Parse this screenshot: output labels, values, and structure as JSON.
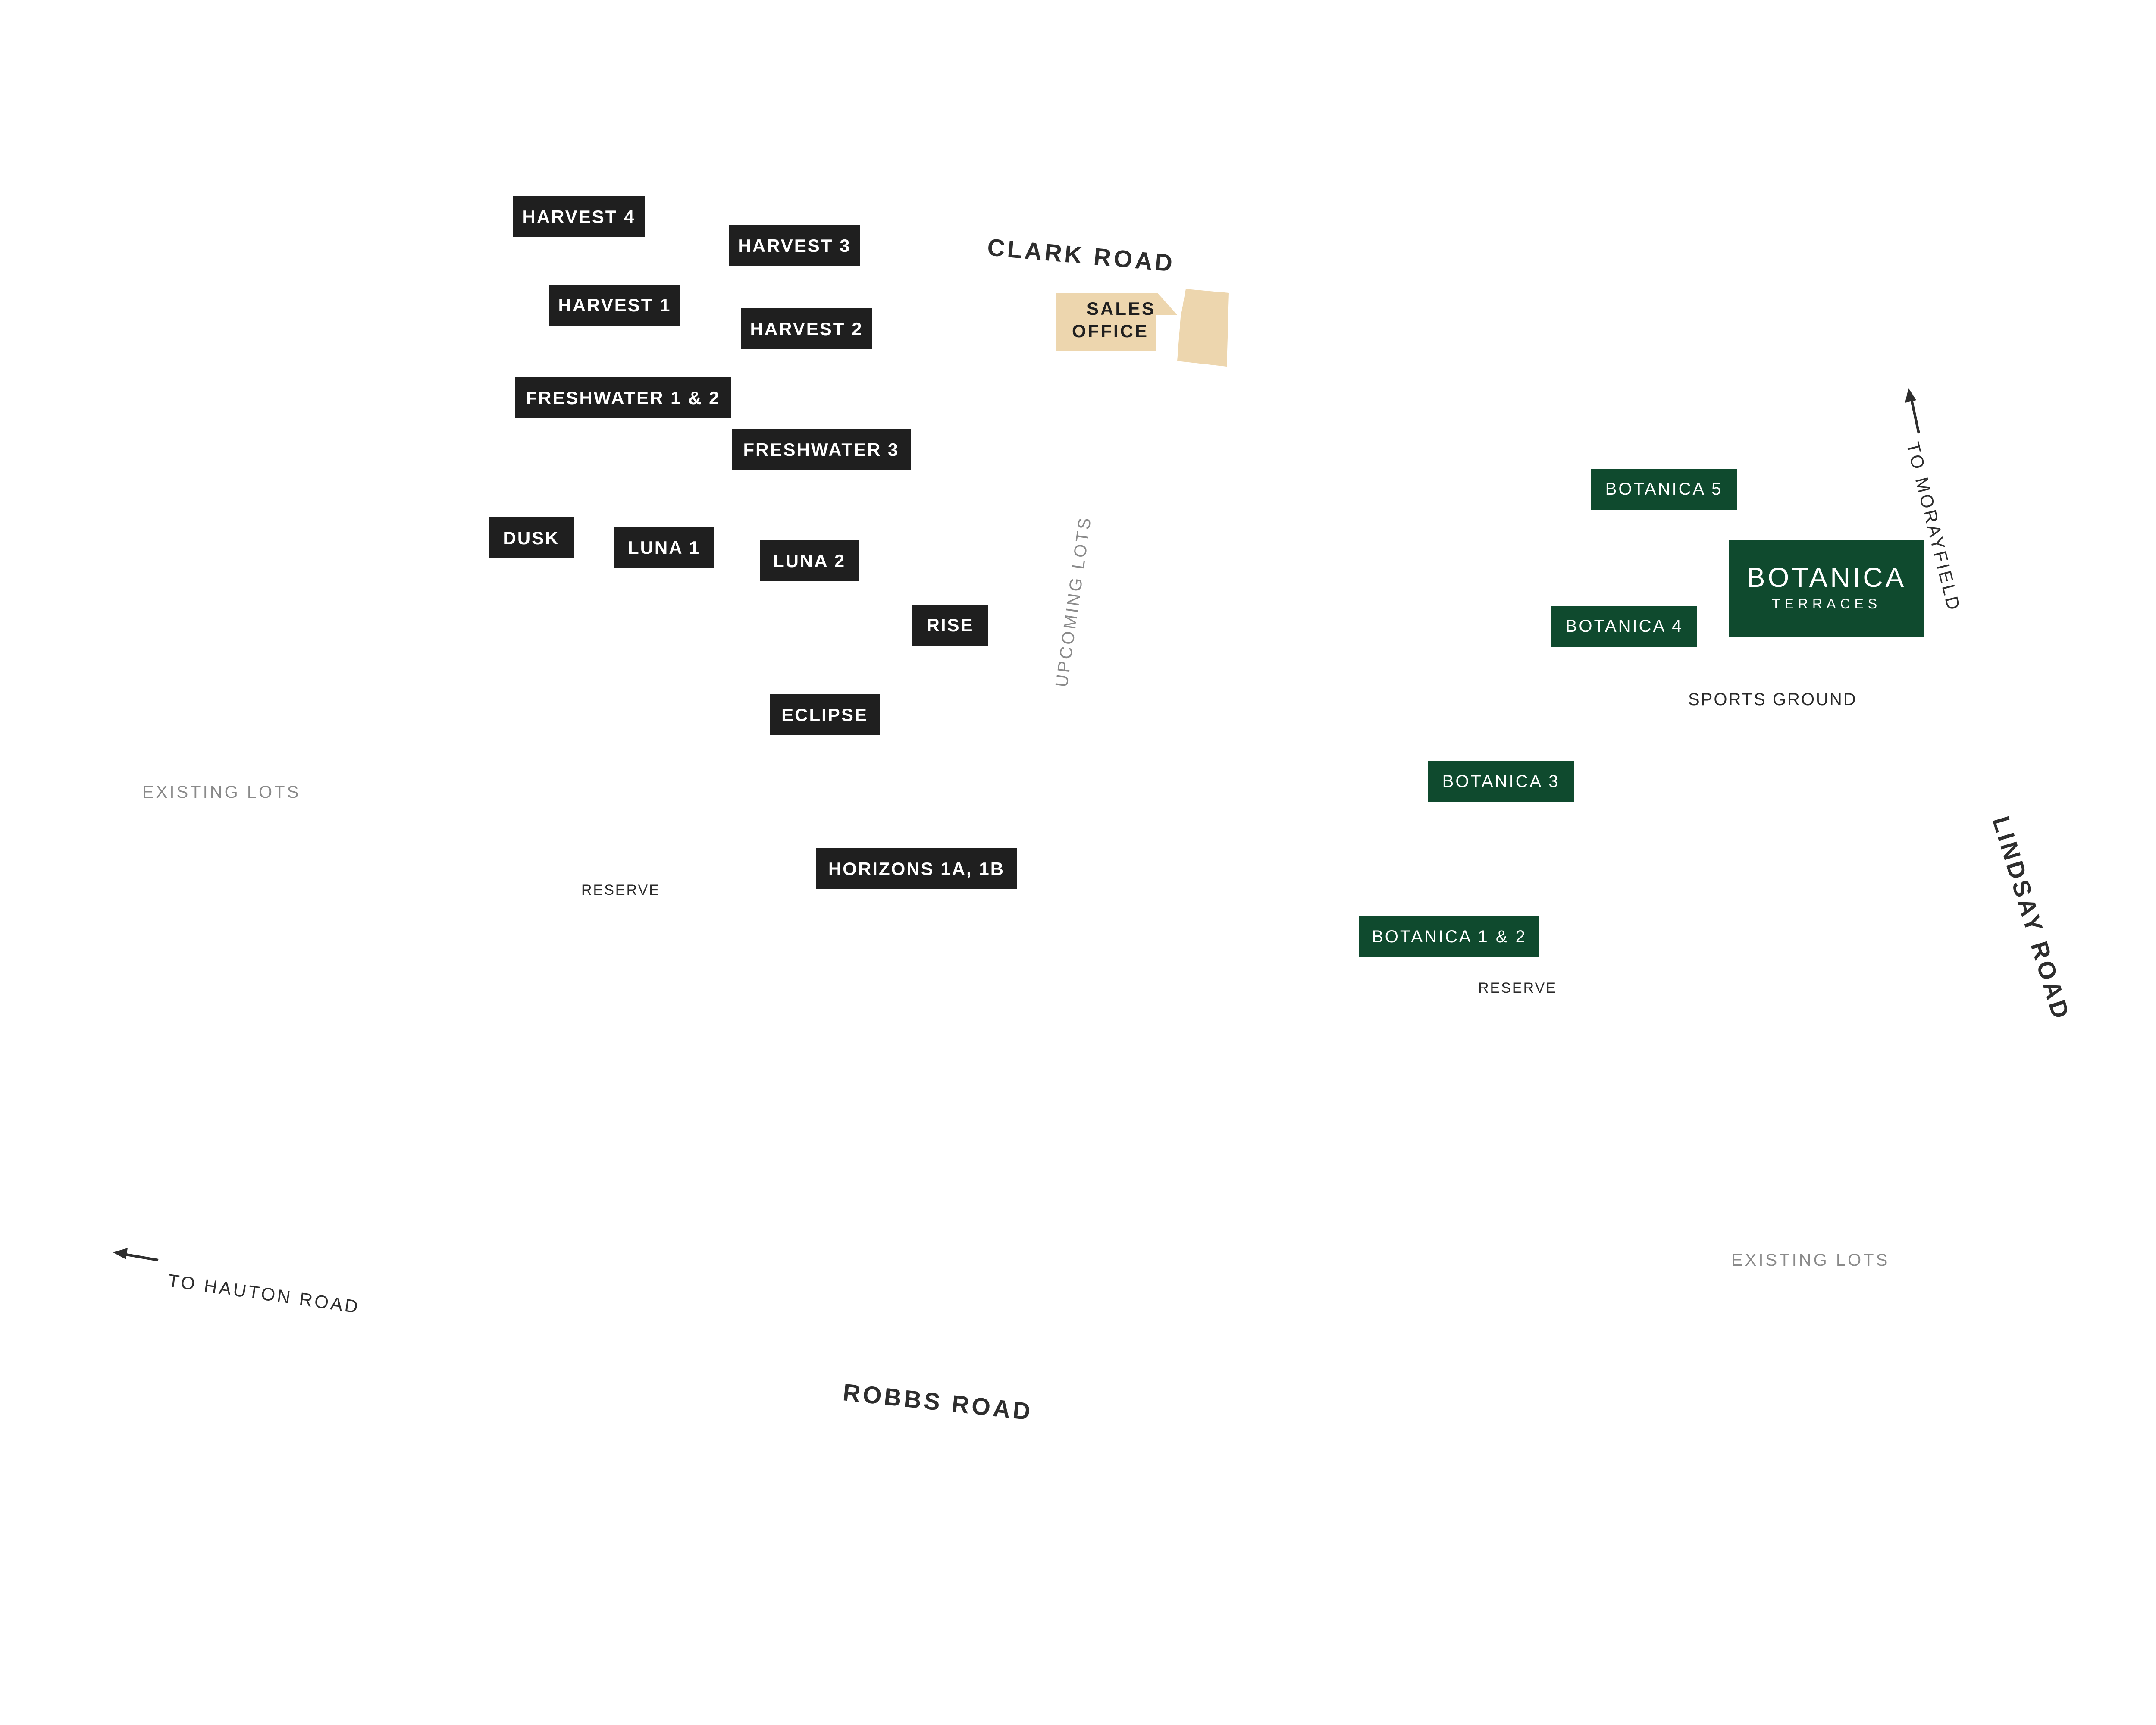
{
  "roads": {
    "clark": "CLARK ROAD",
    "robbs": "ROBBS ROAD",
    "lindsay": "LINDSAY ROAD"
  },
  "directions": {
    "morayfield": "TO MORAYFIELD",
    "hauton": "TO HAUTON ROAD"
  },
  "sales_office": {
    "line1": "SALES",
    "line2": "OFFICE"
  },
  "stages": {
    "harvest4": "HARVEST 4",
    "harvest3": "HARVEST 3",
    "harvest1": "HARVEST 1",
    "harvest2": "HARVEST 2",
    "freshwater12": "FRESHWATER 1 & 2",
    "freshwater3": "FRESHWATER 3",
    "dusk": "DUSK",
    "luna1": "LUNA 1",
    "luna2": "LUNA 2",
    "rise": "RISE",
    "eclipse": "ECLIPSE",
    "horizons": "HORIZONS 1A, 1B"
  },
  "botanica": {
    "b5": "BOTANICA 5",
    "b4": "BOTANICA 4",
    "b3": "BOTANICA 3",
    "b12": "BOTANICA 1 & 2",
    "terraces_title": "BOTANICA",
    "terraces_sub": "TERRACES"
  },
  "areas": {
    "upcoming": "UPCOMING  LOTS",
    "existing_left": "EXISTING LOTS",
    "existing_right": "EXISTING LOTS",
    "sports": "SPORTS GROUND",
    "reserve_left": "RESERVE",
    "reserve_right": "RESERVE"
  },
  "colors": {
    "stage_dark": "#1f1f1f",
    "botanica_green": "#0f4a2e",
    "sales_office": "#edd6ae"
  }
}
